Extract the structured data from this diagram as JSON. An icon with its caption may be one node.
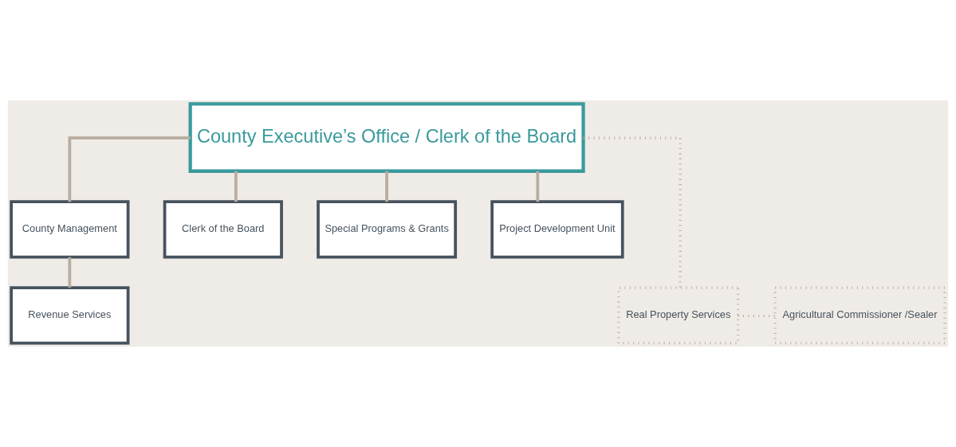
{
  "diagram": {
    "nodes": [
      {
        "text": [
          "County Executive’s Office / Clerk of the Board"
        ]
      },
      {
        "text": [
          "County Management"
        ]
      },
      {
        "text": [
          "Clerk of the Board"
        ]
      },
      {
        "text": [
          "Special Programs & Grants"
        ]
      },
      {
        "text": [
          "Project Development Unit"
        ]
      },
      {
        "text": [
          "Revenue Services"
        ]
      },
      {
        "text": [
          "Real Property Services"
        ]
      },
      {
        "text": [
          "Agricultural Commissioner /Sealer"
        ]
      }
    ],
    "edges": [
      {
        "from": 0,
        "to": 1,
        "arrow": "none"
      },
      {
        "from": 0,
        "to": 2,
        "arrow": "none"
      },
      {
        "from": 0,
        "to": 3,
        "arrow": "none"
      },
      {
        "from": 0,
        "to": 4,
        "arrow": "none"
      },
      {
        "from": 1,
        "to": 5,
        "arrow": "none"
      },
      {
        "from": 0,
        "to": 6,
        "arrow": "none",
        "style": "dashed"
      },
      {
        "from": 6,
        "to": 7,
        "arrow": "none",
        "style": "dashed"
      }
    ]
  }
}
